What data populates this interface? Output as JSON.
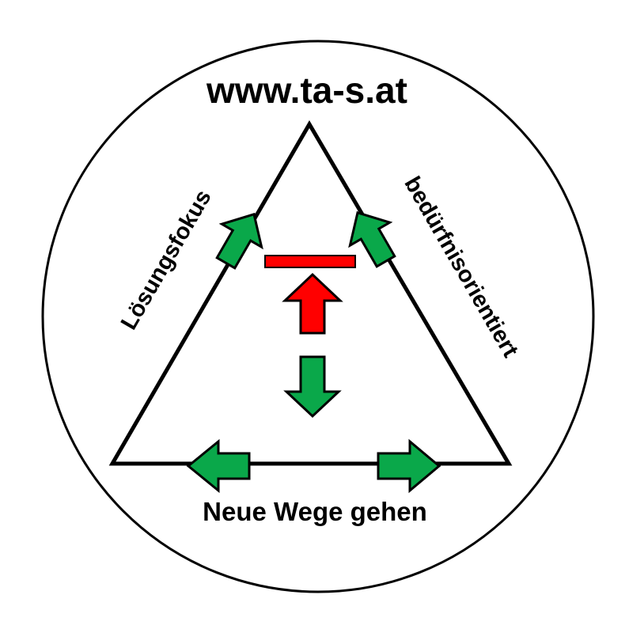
{
  "title": "www.ta-s.at",
  "left_label": "Lösungsfokus",
  "right_label": "bedürfnisorientiert",
  "bottom_label": "Neue Wege gehen",
  "colors": {
    "background": "#ffffff",
    "outline": "#000000",
    "green_arrow": "#0aa84a",
    "red_accent": "#ff0000"
  },
  "icons": {
    "left_up_arrow": "green-arrow-up-left",
    "right_up_arrow": "green-arrow-up-right",
    "center_red_bar": "red-barrier",
    "center_red_arrow": "red-arrow-up",
    "center_green_arrow": "green-arrow-down",
    "bottom_left_arrow": "green-arrow-left",
    "bottom_right_arrow": "green-arrow-right"
  }
}
